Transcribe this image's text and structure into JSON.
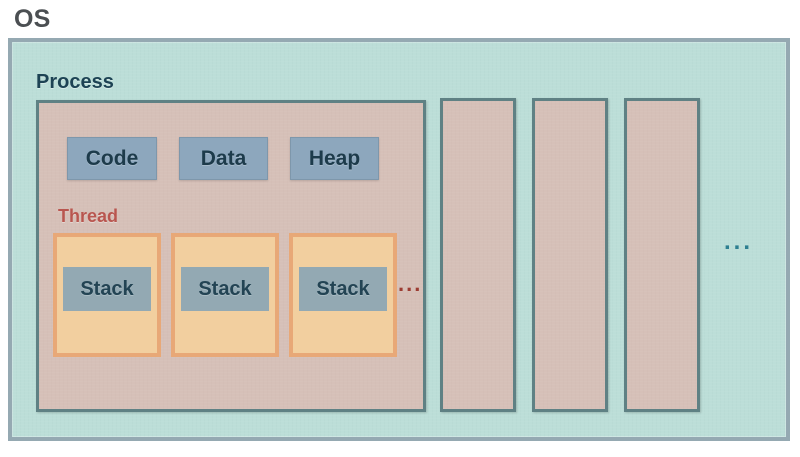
{
  "diagram": {
    "title": "OS",
    "description": "Operating system containing processes; the first process is expanded to show Code, Data, Heap segments and multiple Threads each holding a Stack.",
    "os": {
      "label": "OS",
      "fill_color": "#bcded8",
      "border_color": "#95a9b2",
      "title_color": "#4b4f52"
    },
    "process": {
      "label": "Process",
      "label_color": "#1d4354",
      "fill_color": "#d6c0b8",
      "border_color": "#5f8184",
      "segments": [
        {
          "label": "Code",
          "fill_color": "#8da7bd",
          "text_color": "#1d3b4b"
        },
        {
          "label": "Data",
          "fill_color": "#8da7bd",
          "text_color": "#1d3b4b"
        },
        {
          "label": "Heap",
          "fill_color": "#8da7bd",
          "text_color": "#1d3b4b"
        }
      ],
      "thread": {
        "label": "Thread",
        "label_color": "#b9564f",
        "fill_color": "#f2cf9f",
        "border_color": "#e8a877",
        "stacks": [
          {
            "label": "Stack",
            "fill_color": "#93a9b3",
            "text_color": "#234454"
          },
          {
            "label": "Stack",
            "fill_color": "#93a9b3",
            "text_color": "#234454"
          },
          {
            "label": "Stack",
            "fill_color": "#93a9b3",
            "text_color": "#234454"
          }
        ],
        "more_indicator": "...",
        "more_indicator_color": "#9c3c32"
      }
    },
    "additional_processes": [
      {
        "label": ""
      },
      {
        "label": ""
      },
      {
        "label": ""
      }
    ],
    "more_processes_indicator": "...",
    "more_processes_indicator_color": "#2d7f90"
  }
}
